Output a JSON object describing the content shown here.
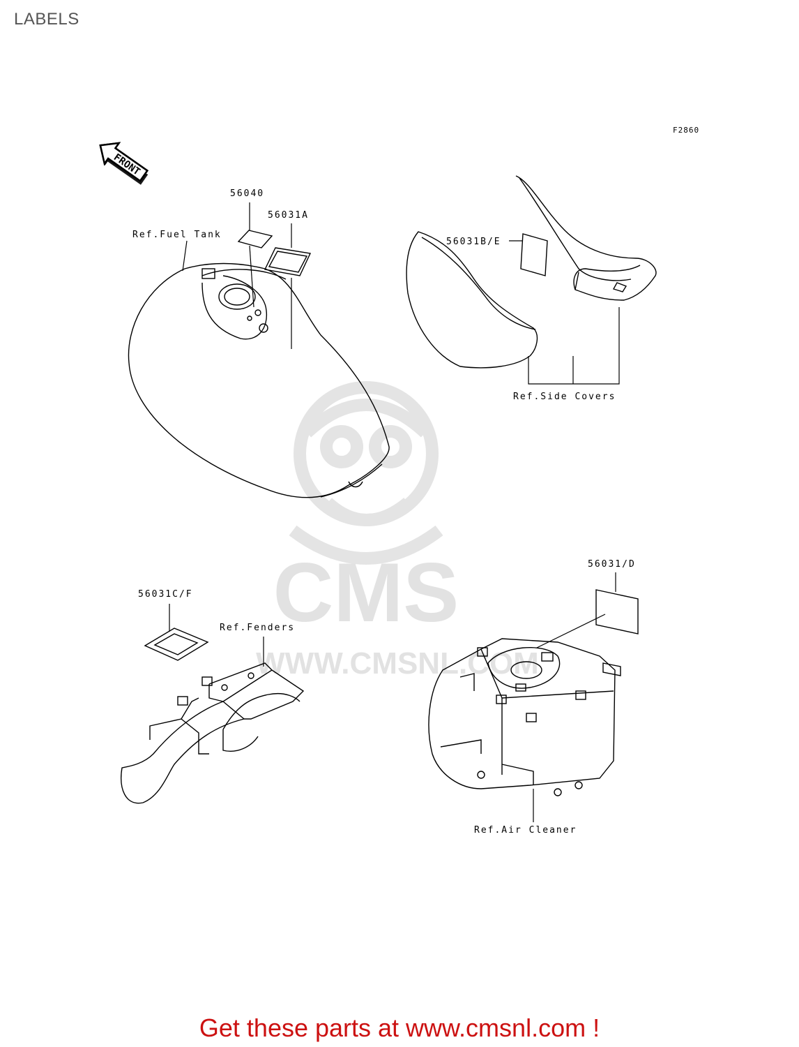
{
  "page": {
    "title": "LABELS"
  },
  "figure_code": "F2860",
  "front_arrow": {
    "label": "FRONT",
    "icon": "front-direction-arrow-icon"
  },
  "callouts": {
    "part_56040": "56040",
    "part_56031a": "56031A",
    "fuel_tank": "Ref.Fuel Tank",
    "part_56031be": "56031B/E",
    "side_covers": "Ref.Side Covers",
    "part_56031d": "56031/D",
    "part_56031cf": "56031C/F",
    "fenders": "Ref.Fenders",
    "air_cleaner": "Ref.Air Cleaner"
  },
  "watermark": {
    "brand": "CMS",
    "url": "WWW.CMSNL.COM",
    "color": "#e2e2e2"
  },
  "cta": {
    "text": "Get these parts at www.cmsnl.com !",
    "color": "#cc1111"
  }
}
